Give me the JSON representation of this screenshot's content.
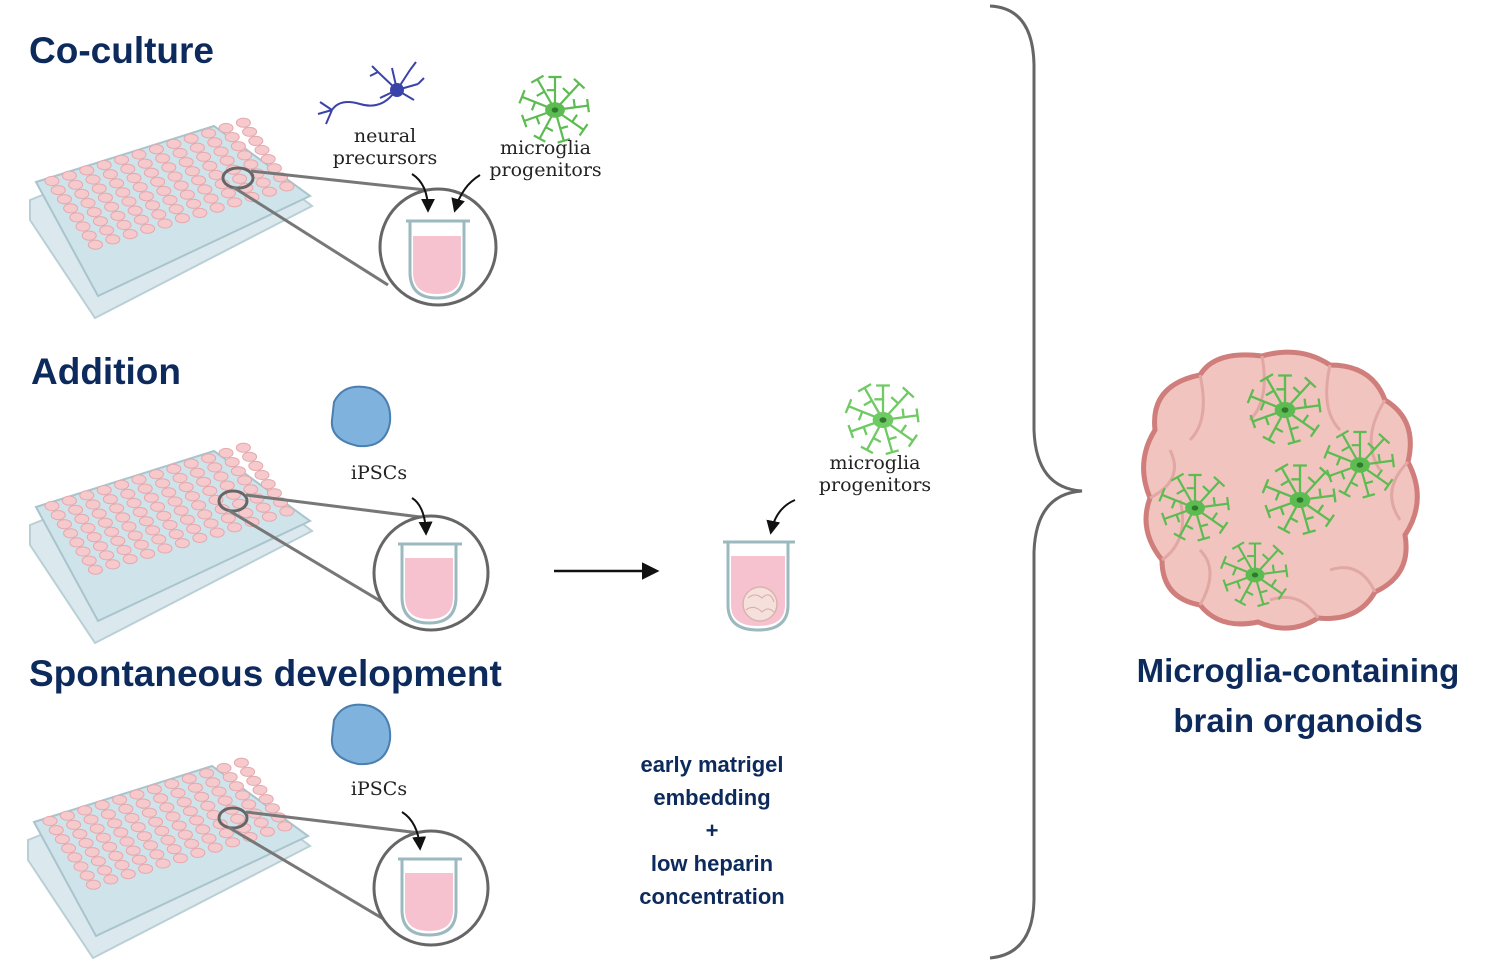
{
  "sections": {
    "coculture": {
      "title": "Co-culture",
      "neural_label_line1": "neural",
      "neural_label_line2": "precursors",
      "microglia_label_line1": "microglia",
      "microglia_label_line2": "progenitors"
    },
    "addition": {
      "title": "Addition",
      "ipsc_label": "iPSCs",
      "microglia_label_line1": "microglia",
      "microglia_label_line2": "progenitors"
    },
    "spontaneous": {
      "title": "Spontaneous development",
      "ipsc_label": "iPSCs",
      "conditions": [
        "early matrigel",
        "embedding",
        "+",
        "low heparin",
        "concentration"
      ]
    }
  },
  "result": {
    "line1": "Microglia-containing",
    "line2": "brain organoids"
  },
  "colors": {
    "heading": "#0d2a5c",
    "plate": "#cfe3ea",
    "well": "#f6c9cc",
    "medium": "#f7c2cf",
    "ipsc": "#7fb3dd",
    "microglia": "#5cbc52",
    "neuron": "#3a43a8",
    "organoid": "#f2c4bf"
  },
  "icons": [
    "well-plate-icon",
    "magnified-well-icon",
    "neuron-icon",
    "microglia-icon",
    "ipsc-cell-icon",
    "organoid-icon",
    "curly-brace-icon"
  ]
}
